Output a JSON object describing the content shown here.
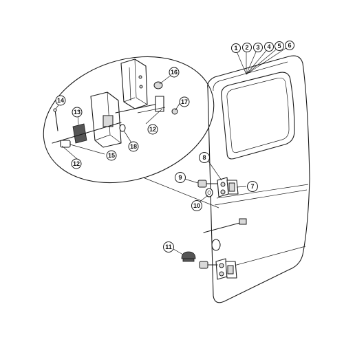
{
  "callouts": {
    "c1": "1",
    "c2": "2",
    "c3": "3",
    "c4": "4",
    "c5": "5",
    "c6": "6",
    "c7": "7",
    "c8": "8",
    "c9": "9",
    "c10": "10",
    "c11": "11",
    "c12a": "12",
    "c12b": "12",
    "c13": "13",
    "c14": "14",
    "c15": "15",
    "c16": "16",
    "c17": "17",
    "c18": "18"
  }
}
